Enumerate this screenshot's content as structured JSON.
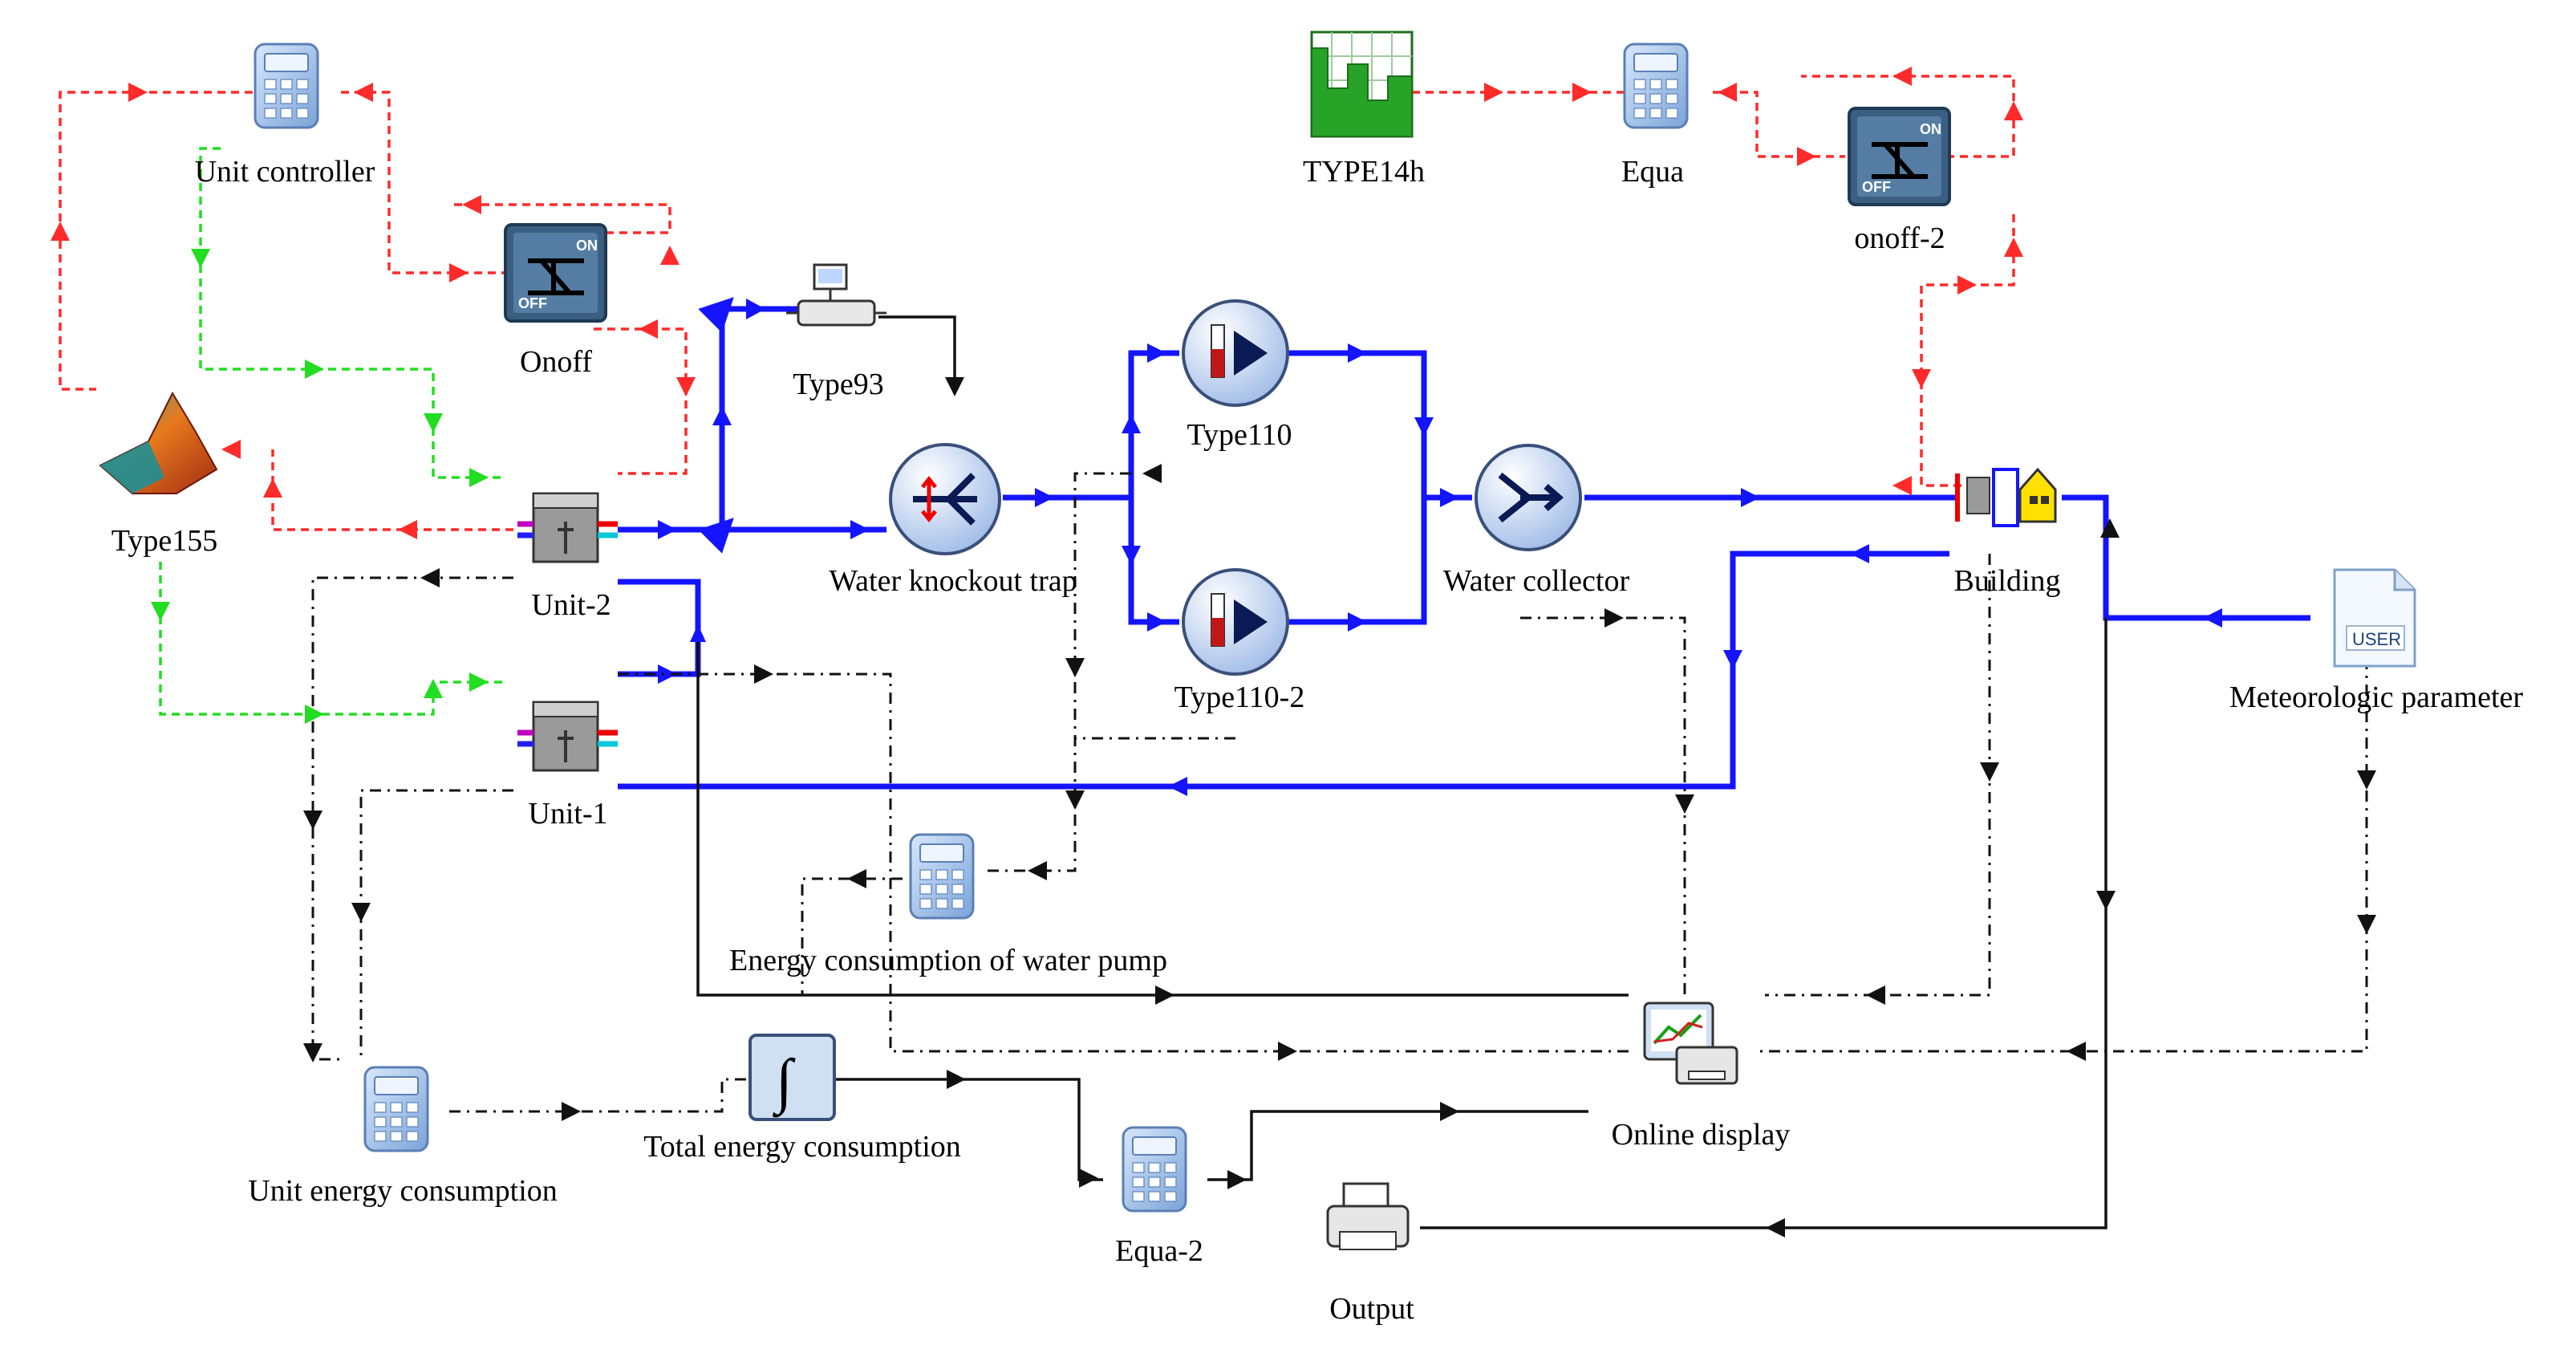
{
  "nodes": [
    {
      "id": "unit_controller",
      "label": "Unit controller",
      "icon": "calculator-icon"
    },
    {
      "id": "onoff",
      "label": "Onoff",
      "icon": "on-off-switch-icon"
    },
    {
      "id": "type155",
      "label": "Type155",
      "icon": "matlab-surface-icon"
    },
    {
      "id": "type93",
      "label": "Type93",
      "icon": "computer-device-icon"
    },
    {
      "id": "unit2",
      "label": "Unit-2",
      "icon": "heat-pump-unit-icon"
    },
    {
      "id": "unit1",
      "label": "Unit-1",
      "icon": "heat-pump-unit-icon"
    },
    {
      "id": "water_knockout_trap",
      "label": "Water knockout trap",
      "icon": "diverter-icon"
    },
    {
      "id": "type110",
      "label": "Type110",
      "icon": "pump-icon"
    },
    {
      "id": "type110_2",
      "label": "Type110-2",
      "icon": "pump-icon"
    },
    {
      "id": "water_collector",
      "label": "Water collector",
      "icon": "mixer-icon"
    },
    {
      "id": "type14h",
      "label": "TYPE14h",
      "icon": "forcing-function-chart-icon"
    },
    {
      "id": "equa",
      "label": "Equa",
      "icon": "calculator-icon"
    },
    {
      "id": "onoff2",
      "label": "onoff-2",
      "icon": "on-off-switch-icon"
    },
    {
      "id": "building",
      "label": "Building",
      "icon": "building-icon"
    },
    {
      "id": "meteorologic_parameter",
      "label": "Meteorologic parameter",
      "icon": "user-data-file-icon"
    },
    {
      "id": "energy_pump",
      "label": "Energy consumption of water pump",
      "icon": "calculator-icon"
    },
    {
      "id": "unit_energy",
      "label": "Unit energy consumption",
      "icon": "calculator-icon"
    },
    {
      "id": "total_energy",
      "label": "Total energy consumption",
      "icon": "integrator-icon"
    },
    {
      "id": "equa2",
      "label": "Equa-2",
      "icon": "calculator-icon"
    },
    {
      "id": "online_display",
      "label": "Online display",
      "icon": "online-plotter-icon"
    },
    {
      "id": "output",
      "label": "Output",
      "icon": "printer-icon"
    }
  ],
  "colors": {
    "water_loop": "#1414ff",
    "control_signal": "#ff2a2a",
    "unit_signal": "#22dd22",
    "info_link": "#111111",
    "calc_icon": "#8fb4e0",
    "onoff_icon": "#3a5f80"
  }
}
